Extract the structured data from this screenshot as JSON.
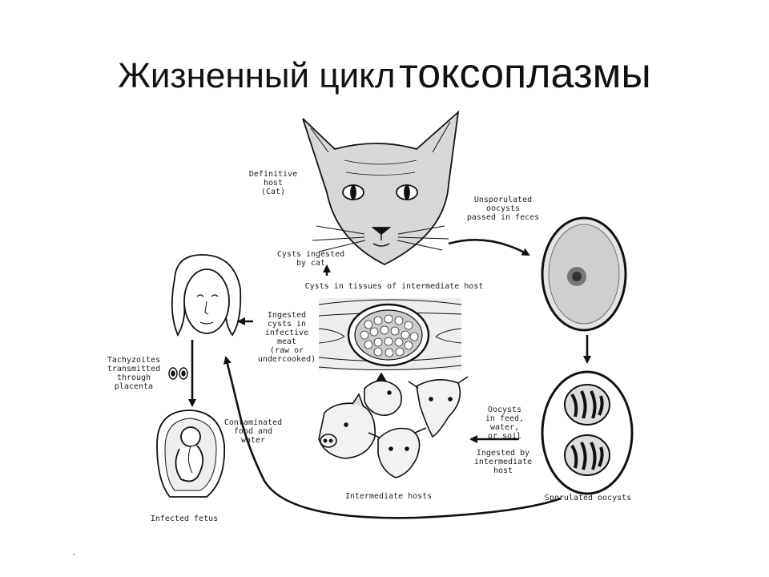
{
  "slide": {
    "title_part1": "Жизненный цикл",
    "title_part2": "токсоплазмы"
  },
  "labels": {
    "definitive_host": "Definitive\nhost\n(Cat)",
    "unsporulated_oocysts": "Unsporulated\noocysts\npassed in feces",
    "cysts_ingested_by_cat": "Cysts ingested\nby cat",
    "cysts_in_tissues": "Cysts in tissues of intermediate host",
    "ingested_cysts_meat": "Ingested\ncysts in\ninfective\nmeat\n(raw or\nundercooked)",
    "tachyzoites": "Tachyzoites\ntransmitted\nthrough\nplacenta",
    "contaminated_food": "Contaminated\nfood and\nwater",
    "oocysts_in_feed": "Oocysts\nin feed,\nwater,\nor soil",
    "ingested_by_intermediate": "Ingested by\nintermediate\nhost",
    "intermediate_hosts": "Intermediate hosts",
    "sporulated_oocysts": "Sporulated oocysts",
    "infected_fetus": "Infected fetus"
  },
  "colors": {
    "ink": "#111111",
    "paper": "#ffffff"
  }
}
